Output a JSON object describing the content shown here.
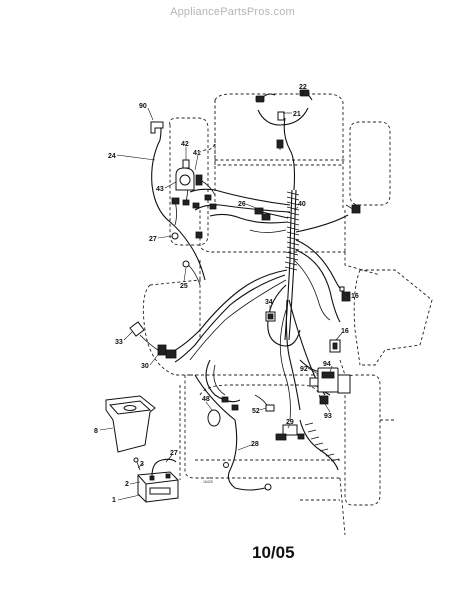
{
  "page": {
    "watermark": "AppliancePartsPros.com",
    "date_code": "10/05",
    "drawing_code": "16425"
  },
  "callouts": [
    {
      "id": "c22",
      "label": "22"
    },
    {
      "id": "c21",
      "label": "21"
    },
    {
      "id": "c90",
      "label": "90"
    },
    {
      "id": "c41",
      "label": "41"
    },
    {
      "id": "c42",
      "label": "42"
    },
    {
      "id": "c24",
      "label": "24"
    },
    {
      "id": "c43",
      "label": "43"
    },
    {
      "id": "c40",
      "label": "40"
    },
    {
      "id": "c26",
      "label": "26"
    },
    {
      "id": "c27a",
      "label": "27"
    },
    {
      "id": "c25",
      "label": "25"
    },
    {
      "id": "c34",
      "label": "34"
    },
    {
      "id": "c16a",
      "label": "16"
    },
    {
      "id": "c16b",
      "label": "16"
    },
    {
      "id": "c33",
      "label": "33"
    },
    {
      "id": "c30",
      "label": "30"
    },
    {
      "id": "c92",
      "label": "92"
    },
    {
      "id": "c94",
      "label": "94"
    },
    {
      "id": "c93",
      "label": "93"
    },
    {
      "id": "c48",
      "label": "48"
    },
    {
      "id": "c52",
      "label": "52"
    },
    {
      "id": "c8",
      "label": "8"
    },
    {
      "id": "c27b",
      "label": "27"
    },
    {
      "id": "c3",
      "label": "3"
    },
    {
      "id": "c2",
      "label": "2"
    },
    {
      "id": "c1",
      "label": "1"
    },
    {
      "id": "c28",
      "label": "28"
    },
    {
      "id": "c29",
      "label": "29"
    }
  ]
}
